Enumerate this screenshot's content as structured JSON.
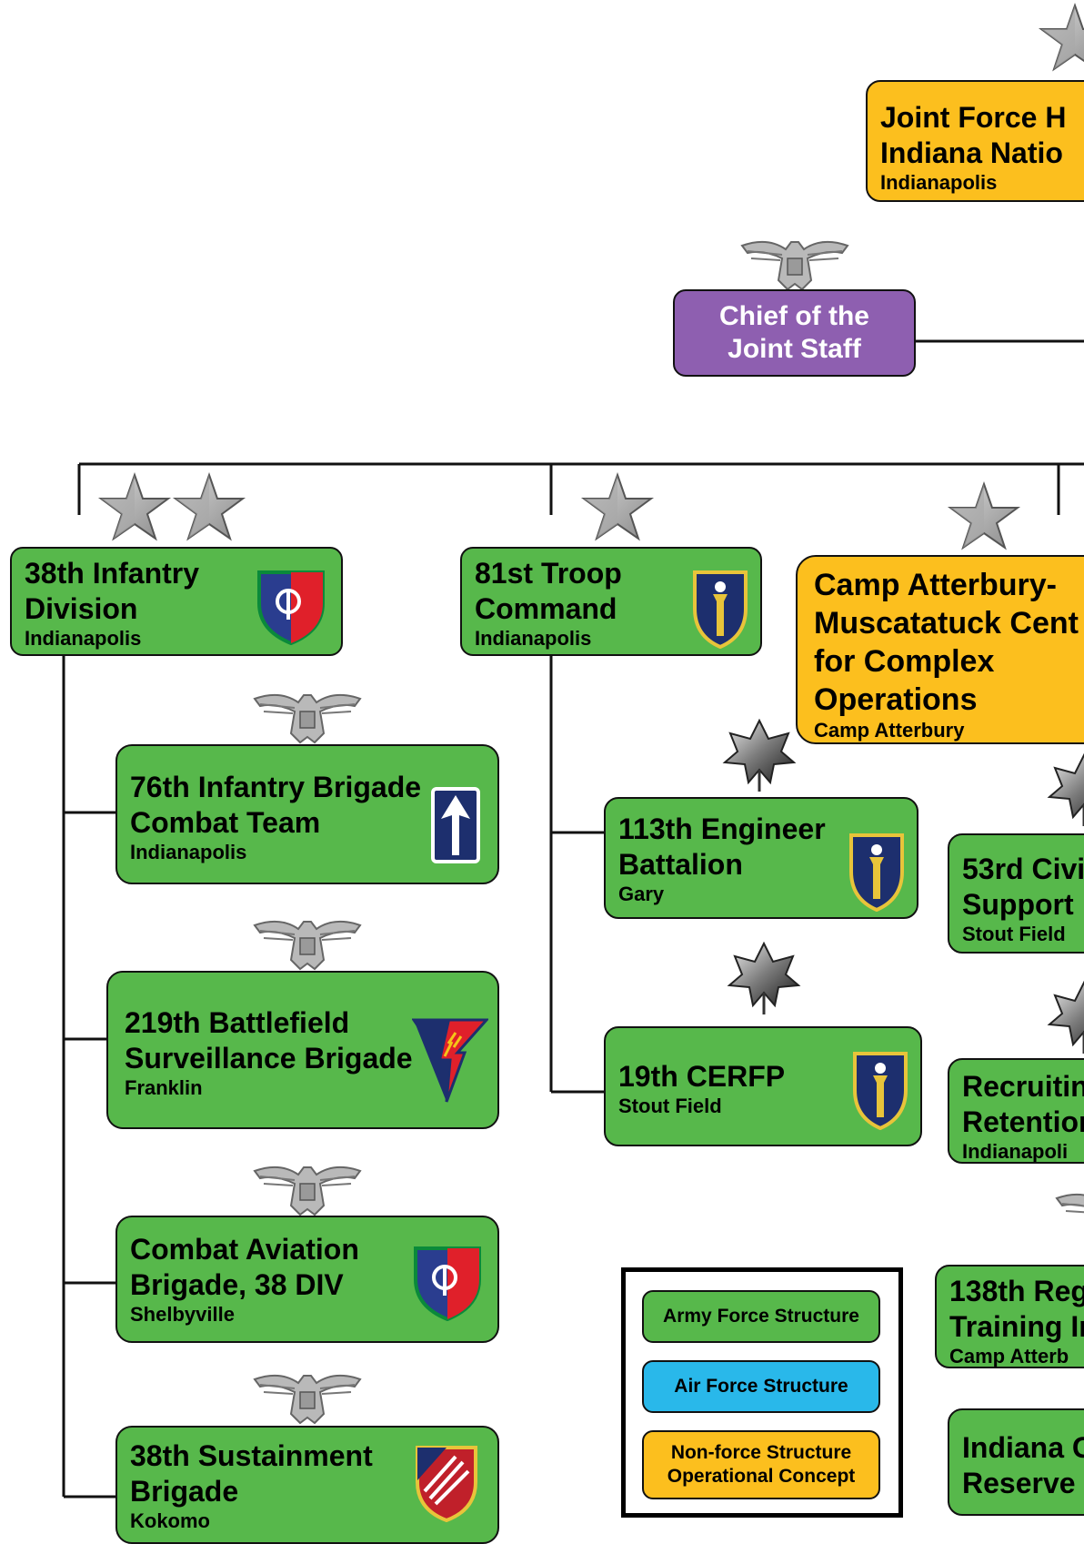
{
  "colors": {
    "army": "#57b84b",
    "air": "#29b8ea",
    "nonforce": "#fcbf1e",
    "staff": "#8e5fb0",
    "line": "#111111"
  },
  "headquarters": {
    "title_line1": "Joint Force H",
    "title_line2": "Indiana Natio",
    "location": "Indianapolis",
    "rank_icon": "one-star-icon"
  },
  "chief": {
    "title_line1": "Chief of the",
    "title_line2": "Joint Staff",
    "rank_icon": "colonel-eagle-icon"
  },
  "top_units": [
    {
      "key": "div38",
      "title_line1": "38th Infantry",
      "title_line2": "Division",
      "location": "Indianapolis",
      "rank_icon": "two-star-icon",
      "patch": "38th-division-patch-icon"
    },
    {
      "key": "troop81",
      "title_line1": "81st Troop",
      "title_line2": "Command",
      "location": "Indianapolis",
      "rank_icon": "one-star-icon",
      "patch": "indiana-guard-patch-icon"
    },
    {
      "key": "camp",
      "title_line1": "Camp Atterbury-",
      "title_line2": "Muscatatuck Cent",
      "title_line3": "for Complex",
      "title_line4": "Operations",
      "location": "Camp Atterbury",
      "rank_icon": "one-star-icon"
    }
  ],
  "div38_units": [
    {
      "title_line1": "76th Infantry Brigade",
      "title_line2": "Combat Team",
      "location": "Indianapolis",
      "rank_icon": "colonel-eagle-icon",
      "patch": "76th-ibct-patch-icon"
    },
    {
      "title_line1": "219th Battlefield",
      "title_line2": "Surveillance Brigade",
      "location": "Franklin",
      "rank_icon": "colonel-eagle-icon",
      "patch": "219th-bfsb-patch-icon"
    },
    {
      "title_line1": "Combat Aviation",
      "title_line2": "Brigade, 38 DIV",
      "location": "Shelbyville",
      "rank_icon": "colonel-eagle-icon",
      "patch": "38th-division-patch-icon"
    },
    {
      "title_line1": "38th Sustainment",
      "title_line2": "Brigade",
      "location": "Kokomo",
      "rank_icon": "colonel-eagle-icon",
      "patch": "38th-sustainment-patch-icon"
    }
  ],
  "troop81_units": [
    {
      "title_line1": "113th Engineer",
      "title_line2": "Battalion",
      "location": "Gary",
      "rank_icon": "oak-leaf-icon",
      "patch": "indiana-guard-patch-icon"
    },
    {
      "title_line1": "19th CERFP",
      "location": "Stout Field",
      "rank_icon": "oak-leaf-icon",
      "patch": "indiana-guard-patch-icon"
    }
  ],
  "camp_units": [
    {
      "title_line1": "53rd Civi",
      "title_line2": "Support",
      "location": "Stout Field"
    },
    {
      "title_line1": "Recruitin",
      "title_line2": "Retentior",
      "location": "Indianapoli"
    },
    {
      "title_line1": "138th Reg",
      "title_line2": "Training Ir",
      "location": "Camp Atterb"
    },
    {
      "title_line1": "Indiana G",
      "title_line2": "Reserve"
    }
  ],
  "legend": [
    {
      "label": "Army Force Structure"
    },
    {
      "label": "Air Force Structure"
    },
    {
      "label_line1": "Non-force Structure",
      "label_line2": "Operational Concept"
    }
  ]
}
